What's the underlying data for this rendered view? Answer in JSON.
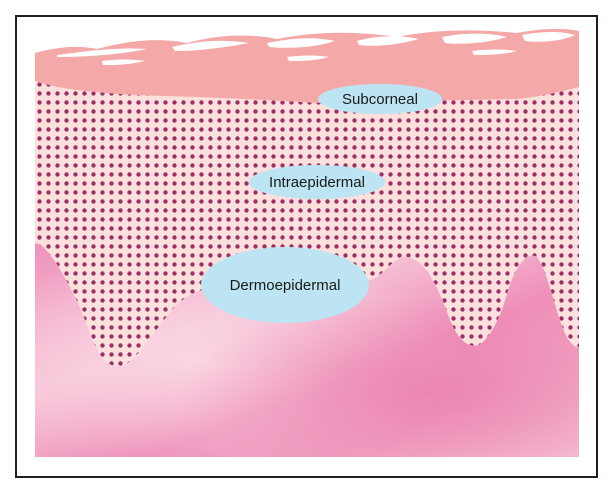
{
  "diagram": {
    "labels": {
      "subcorneal": "Subcorneal",
      "intraepidermal": "Intraepidermal",
      "dermoepidermal": "Dermoepidermal"
    },
    "colors": {
      "stratum_corneum": "#f4a9a8",
      "epidermis_base": "#fbe0dc",
      "epidermis_dots": "#9c2f6a",
      "dermis_light": "#f7c9dc",
      "dermis_dark": "#ee88b4",
      "label_fill": "#bde4f2",
      "frame": "#231f20"
    }
  }
}
